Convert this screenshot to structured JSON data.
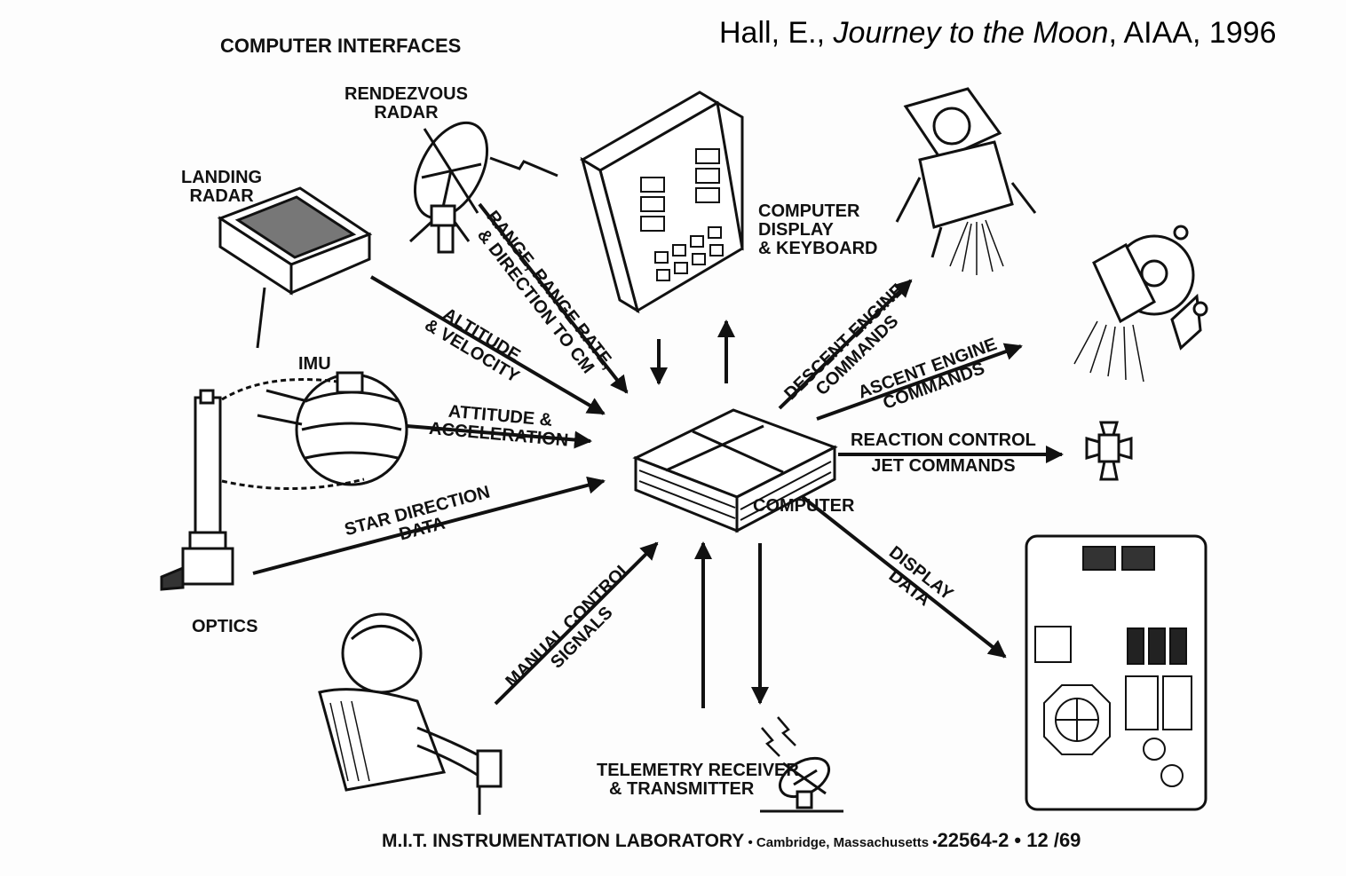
{
  "citation": {
    "author": "Hall, E., ",
    "work": "Journey to the Moon",
    "rest": ", AIAA, 1996"
  },
  "title": "COMPUTER INTERFACES",
  "labels": {
    "rendezvous_radar": [
      "RENDEZVOUS",
      "RADAR"
    ],
    "landing_radar": [
      "LANDING",
      "RADAR"
    ],
    "imu": "IMU",
    "optics": "OPTICS",
    "computer_display": [
      "COMPUTER",
      "DISPLAY",
      "& KEYBOARD"
    ],
    "computer": "COMPUTER",
    "telemetry": [
      "TELEMETRY RECEIVER",
      "& TRANSMITTER"
    ]
  },
  "flows": {
    "range": [
      "RANGE, RANGE RATE,",
      "& DIRECTION TO CM"
    ],
    "altitude": [
      "ALTITUDE",
      "& VELOCITY"
    ],
    "attitude": [
      "ATTITUDE &",
      "ACCELERATION"
    ],
    "star": [
      "STAR DIRECTION",
      "DATA"
    ],
    "manual": [
      "MANUAL CONTROL",
      "SIGNALS"
    ],
    "descent": [
      "DESCENT ENGINE",
      "COMMANDS"
    ],
    "ascent": [
      "ASCENT ENGINE",
      "COMMANDS"
    ],
    "reaction": [
      "REACTION CONTROL",
      "JET COMMANDS"
    ],
    "display_data": [
      "DISPLAY",
      "DATA"
    ]
  },
  "footer": {
    "lab": "M.I.T. INSTRUMENTATION LABORATORY",
    "location": " • Cambridge, Massachusetts •",
    "number": "22564-2",
    "sep": " • ",
    "date": "12 /69"
  }
}
